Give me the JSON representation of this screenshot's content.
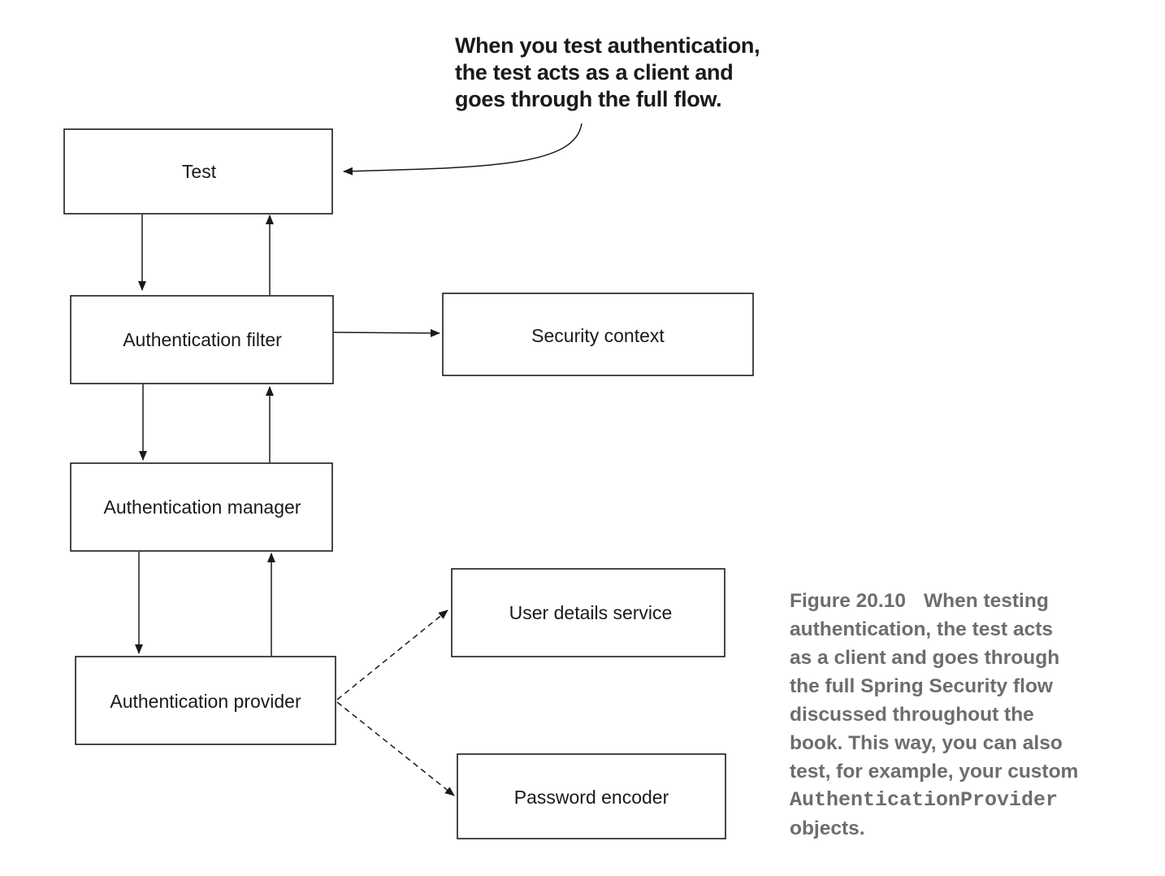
{
  "annotation": {
    "lines": [
      "When you test authentication,",
      "the test acts as a client and",
      "goes through the full flow."
    ]
  },
  "boxes": {
    "test": "Test",
    "authentication_filter": "Authentication filter",
    "security_context": "Security context",
    "authentication_manager": "Authentication manager",
    "authentication_provider": "Authentication provider",
    "user_details_service": "User details service",
    "password_encoder": "Password encoder"
  },
  "caption": {
    "figure_label": "Figure 20.10",
    "line1": "When testing",
    "line2": "authentication, the test acts",
    "line3": "as a client and goes through",
    "line4": "the full Spring Security flow",
    "line5": "discussed throughout the",
    "line6": "book. This way, you can also",
    "line7": "test, for example, your custom",
    "code": "AuthenticationProvider",
    "line9": "objects."
  }
}
